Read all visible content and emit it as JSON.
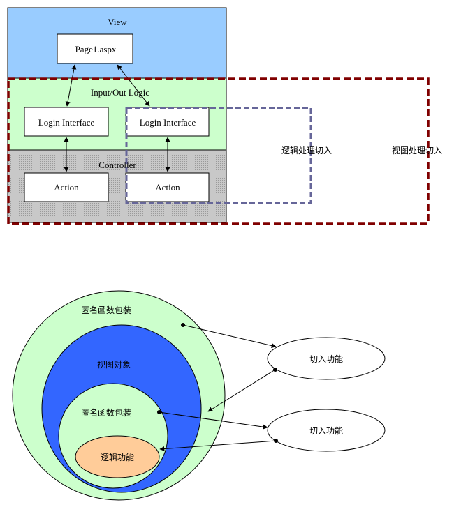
{
  "colors": {
    "view_bg": "#99ccff",
    "logic_bg": "#ccffcc",
    "controller_bg": "#c0c0c0",
    "dash_red": "#800000",
    "dash_blue": "#666699",
    "outer_ellipse": "#ccffcc",
    "mid_ellipse": "#3366ff",
    "inner_ellipse": "#ccffcc",
    "core_ellipse": "#ffcc99"
  },
  "top_diagram": {
    "view_label": "View",
    "page_label": "Page1.aspx",
    "logic_label": "Input/Out Logic",
    "login_left": "Login Interface",
    "login_right": "Login Interface",
    "controller_label": "Controller",
    "action_left": "Action",
    "action_right": "Action",
    "logic_cut_label": "逻辑处理切入",
    "view_cut_label": "视图处理切入"
  },
  "bottom_diagram": {
    "outer_label": "匿名函数包装",
    "mid_label": "视图对象",
    "inner_label": "匿名函数包装",
    "core_label": "逻辑功能",
    "cut_top": "切入功能",
    "cut_bottom": "切入功能"
  }
}
